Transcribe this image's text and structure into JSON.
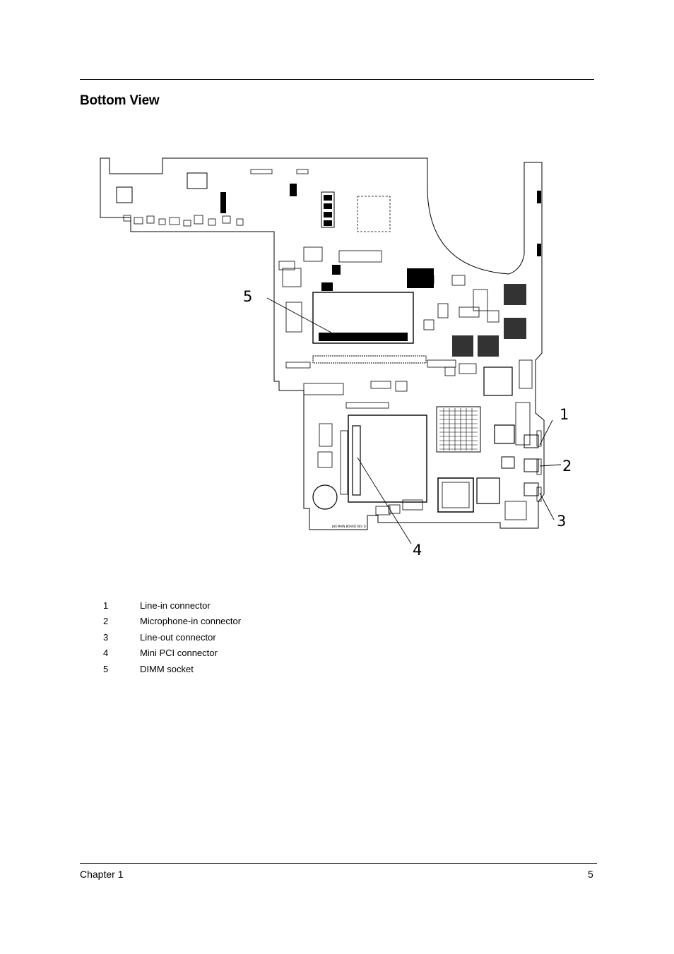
{
  "page": {
    "title": "Bottom View",
    "footer_left": "Chapter 1",
    "footer_right": "5"
  },
  "figure": {
    "callouts": [
      "1",
      "2",
      "3",
      "4",
      "5"
    ],
    "board_marking": "JH0 MAIN BOARD REV D"
  },
  "legend": [
    {
      "num": "1",
      "label": "Line-in connector"
    },
    {
      "num": "2",
      "label": "Microphone-in connector"
    },
    {
      "num": "3",
      "label": "Line-out connector"
    },
    {
      "num": "4",
      "label": "Mini PCI connector"
    },
    {
      "num": "5",
      "label": "DIMM socket"
    }
  ]
}
